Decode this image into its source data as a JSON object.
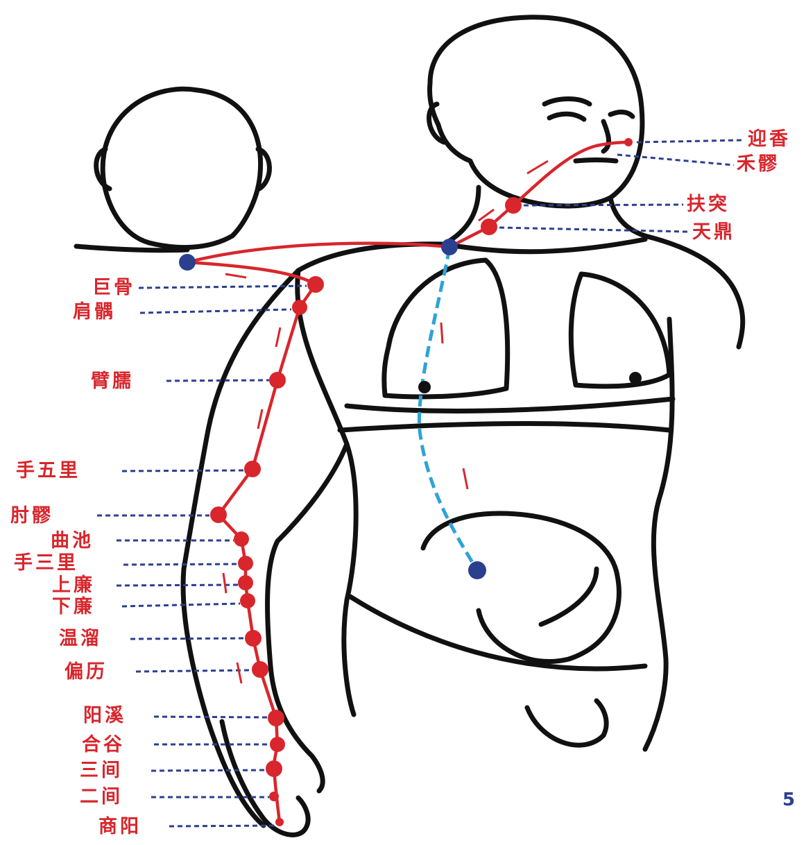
{
  "diagram": {
    "channel_color": "#d8262c",
    "internal_color": "#2ea3d6",
    "guide_color": "#2b3f8f",
    "outline_color": "#111111",
    "page_number": "5"
  },
  "labels": {
    "yingxiang": "迎香",
    "heliao": "禾髎",
    "futu": "扶突",
    "tianding": "天鼎",
    "jugu": "巨骨",
    "jianyu": "肩髃",
    "binao": "臂臑",
    "shouwuli": "手五里",
    "zhouliao": "肘髎",
    "quchi": "曲池",
    "shousanli": "手三里",
    "shanglian": "上廉",
    "xialian": "下廉",
    "wenliu": "温溜",
    "pianli": "偏历",
    "yangxi": "阳溪",
    "hegu": "合谷",
    "sanjian": "三间",
    "erjian": "二间",
    "shangyang": "商阳"
  }
}
